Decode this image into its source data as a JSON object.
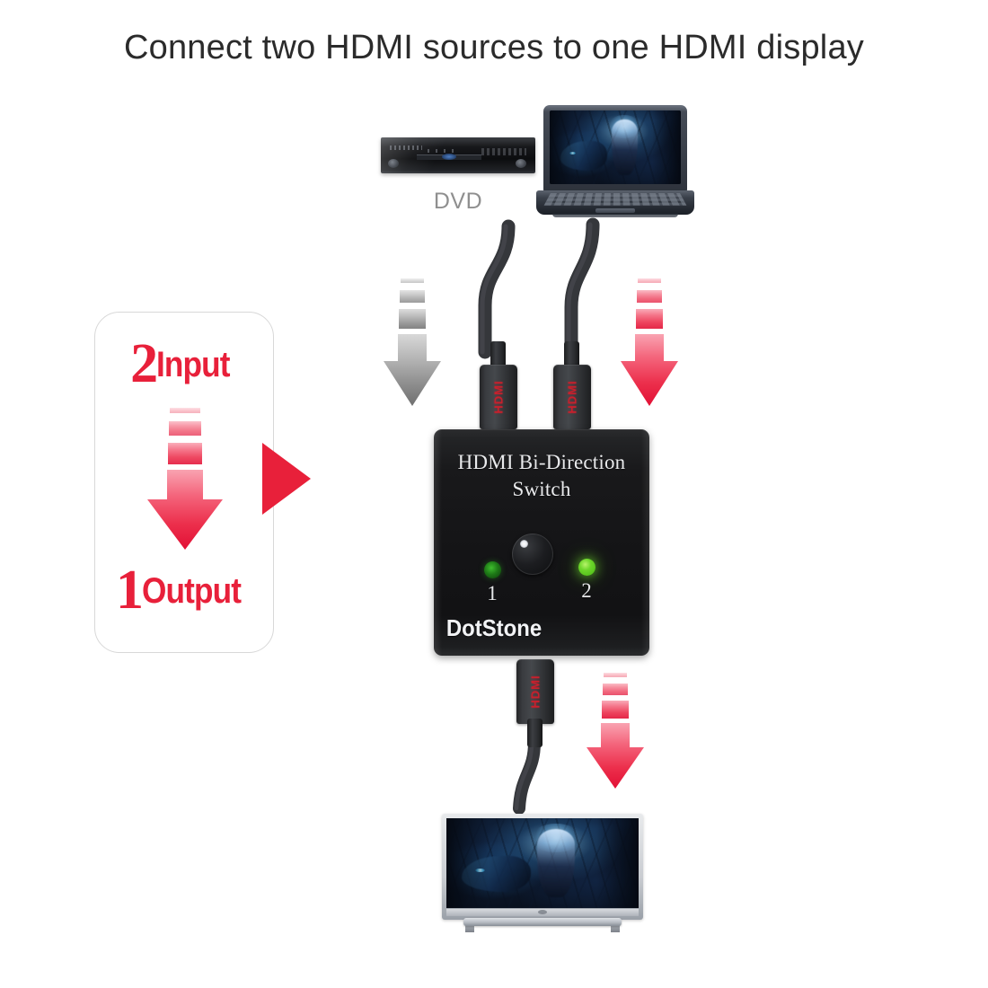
{
  "title": "Connect two HDMI sources to one HDMI display",
  "info_panel": {
    "input_count": "2",
    "input_label": "Input",
    "output_count": "1",
    "output_label": "Output",
    "arrow_icon": "down-arrow-red",
    "pointer_icon": "triangle-right-icon",
    "accent_color": "#e8203a"
  },
  "sources": {
    "dvd": {
      "label": "DVD",
      "device": "dvd-player"
    },
    "laptop": {
      "label": "",
      "device": "laptop"
    }
  },
  "arrows": {
    "left_source_arrow": {
      "icon": "down-arrow-gray",
      "color": "#8a8a8a"
    },
    "right_source_arrow": {
      "icon": "down-arrow-red",
      "color": "#e8203a"
    },
    "output_arrow": {
      "icon": "down-arrow-red",
      "color": "#e8203a"
    }
  },
  "switch_device": {
    "title_line1": "HDMI Bi-Direction",
    "title_line2": "Switch",
    "brand": "DotStone",
    "button_icon": "round-push-button",
    "leds": [
      {
        "label": "1",
        "state": "off",
        "color": "#1e7a17"
      },
      {
        "label": "2",
        "state": "on",
        "color": "#6cd62a"
      }
    ]
  },
  "connectors": [
    {
      "label": "HDMI",
      "position": "input-1"
    },
    {
      "label": "HDMI",
      "position": "input-2"
    },
    {
      "label": "HDMI",
      "position": "output"
    }
  ],
  "display": {
    "device": "tv",
    "label": ""
  }
}
